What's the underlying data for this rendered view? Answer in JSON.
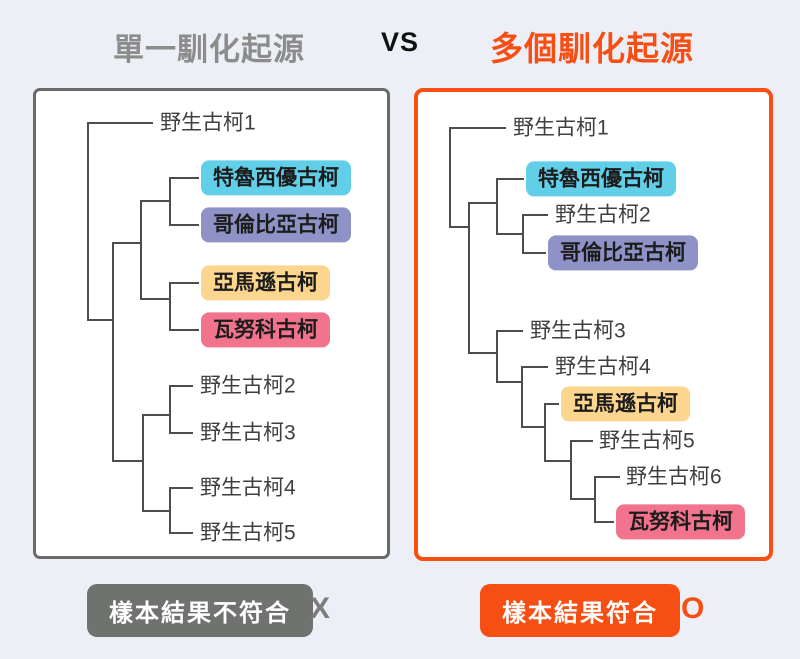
{
  "title": {
    "left": "單一馴化起源",
    "vs": "VS",
    "right": "多個馴化起源"
  },
  "left_panel": {
    "heading_meaning": "single domestication origin tree",
    "leaves": [
      {
        "label": "野生古柯1"
      },
      {
        "label": "特魯西優古柯",
        "highlight": "blue"
      },
      {
        "label": "哥倫比亞古柯",
        "highlight": "purple"
      },
      {
        "label": "亞馬遜古柯",
        "highlight": "amber"
      },
      {
        "label": "瓦努科古柯",
        "highlight": "pink"
      },
      {
        "label": "野生古柯2"
      },
      {
        "label": "野生古柯3"
      },
      {
        "label": "野生古柯4"
      },
      {
        "label": "野生古柯5"
      }
    ],
    "verdict": {
      "label": "樣本結果不符合",
      "mark": "X"
    }
  },
  "right_panel": {
    "heading_meaning": "multiple domestication origins tree",
    "leaves": [
      {
        "label": "野生古柯1"
      },
      {
        "label": "特魯西優古柯",
        "highlight": "blue"
      },
      {
        "label": "野生古柯2"
      },
      {
        "label": "哥倫比亞古柯",
        "highlight": "purple"
      },
      {
        "label": "野生古柯3"
      },
      {
        "label": "野生古柯4"
      },
      {
        "label": "亞馬遜古柯",
        "highlight": "amber"
      },
      {
        "label": "野生古柯5"
      },
      {
        "label": "野生古柯6"
      },
      {
        "label": "瓦努科古柯",
        "highlight": "pink"
      }
    ],
    "verdict": {
      "label": "樣本結果符合",
      "mark": "O"
    }
  },
  "colors": {
    "background": "#edeff6",
    "accent_orange": "#f74e14",
    "title_gray": "#8c8c8c",
    "tree_line": "#4d4d4d",
    "panel_border_gray": "#6a6a6a",
    "box_blue": "#62cfe9",
    "box_purple": "#8e92c6",
    "box_amber": "#fcd58e",
    "box_pink": "#f2738c",
    "badge_gray": "#6f726f"
  }
}
